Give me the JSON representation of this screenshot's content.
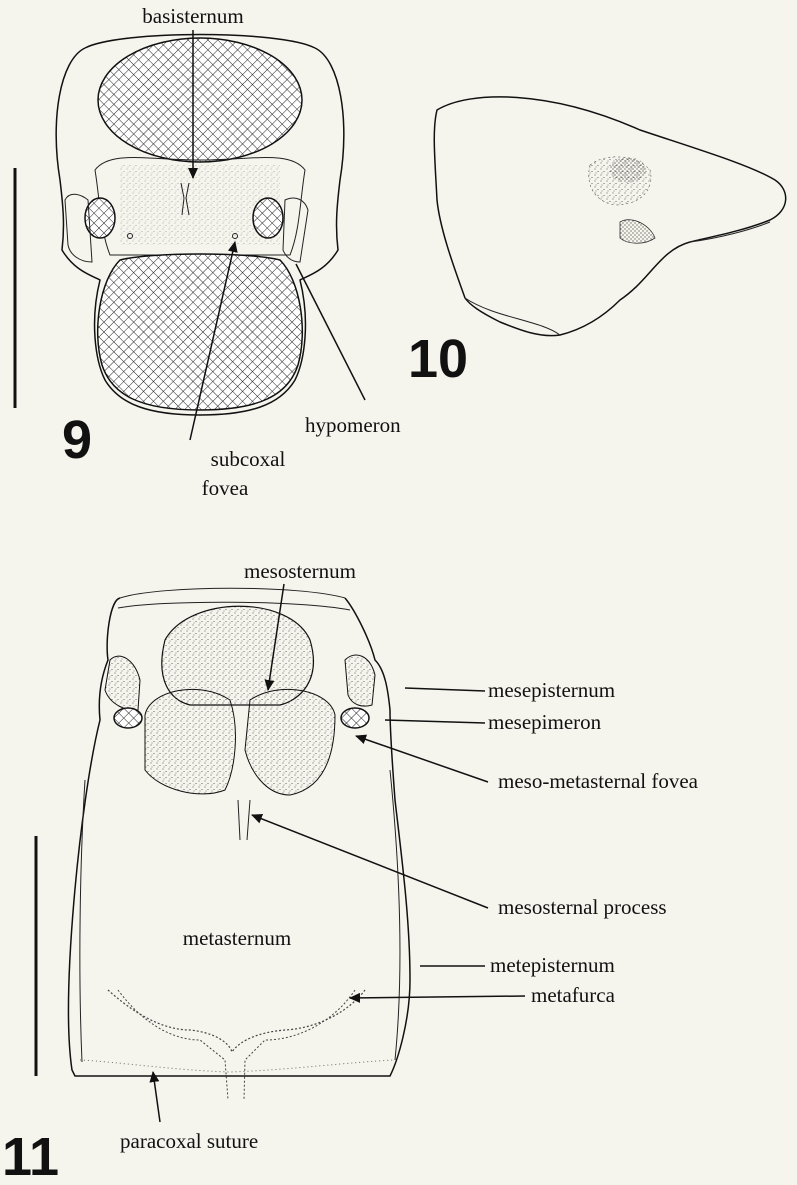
{
  "figure_numbers": {
    "fig9": "9",
    "fig10": "10",
    "fig11": "11"
  },
  "labels": {
    "basisternum": "basisternum",
    "subcoxal_fovea_line1": "subcoxal",
    "subcoxal_fovea_line2": "fovea",
    "hypomeron": "hypomeron",
    "mesosternum": "mesosternum",
    "mesepisternum": "mesepisternum",
    "mesepimeron": "mesepimeron",
    "meso_metasternal_fovea": "meso-metasternal fovea",
    "mesosternal_process": "mesosternal process",
    "metasternum": "metasternum",
    "metepisternum": "metepisternum",
    "metafurca": "metafurca",
    "paracoxal_suture": "paracoxal suture"
  },
  "colors": {
    "background": "#f5f5ee",
    "ink": "#111111"
  }
}
